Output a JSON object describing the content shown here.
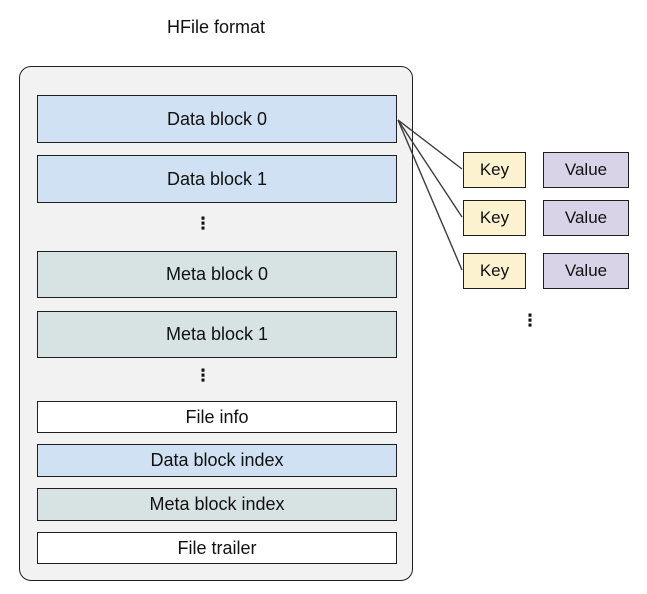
{
  "title": "HFile format",
  "colors": {
    "page-bg": "#ffffff",
    "container-bg": "#f2f2f2",
    "data-fill": "#cfe1f2",
    "meta-fill": "#d7e3e3",
    "plain-fill": "#ffffff",
    "key-fill": "#fcf2cf",
    "value-fill": "#d9d3e8",
    "border": "#1f1f1f",
    "line": "#3d3d3d",
    "text": "#111111"
  },
  "blocks": {
    "data0": "Data block 0",
    "data1": "Data block 1",
    "meta0": "Meta block 0",
    "meta1": "Meta block 1",
    "file_info": "File info",
    "data_index": "Data block index",
    "meta_index": "Meta block index",
    "file_trailer": "File trailer"
  },
  "ellipsis": "⋮",
  "kv_rows": [
    {
      "key": "Key",
      "value": "Value"
    },
    {
      "key": "Key",
      "value": "Value"
    },
    {
      "key": "Key",
      "value": "Value"
    }
  ]
}
